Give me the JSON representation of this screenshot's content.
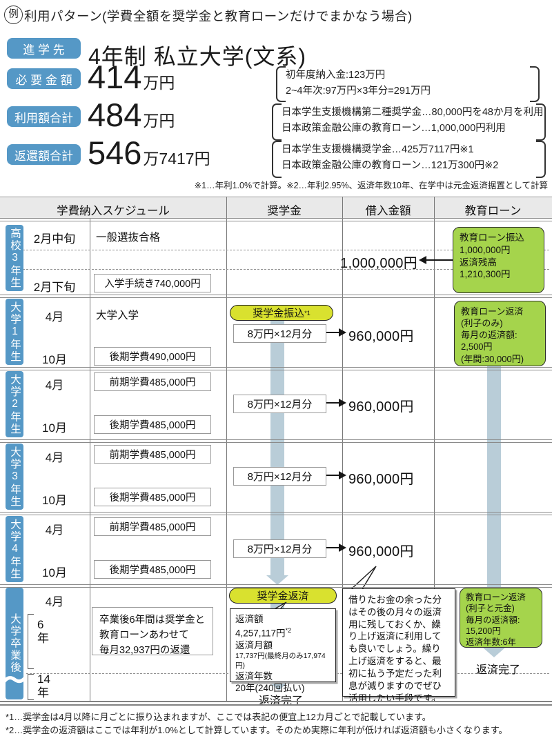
{
  "colors": {
    "accent_blue": "#5598c6",
    "loan_green": "#a5d44c",
    "scholar_yellow": "#d9e12f",
    "flow_band_blue": "#b9cdd8",
    "header_gray": "#e9e9e9"
  },
  "title": {
    "badge": "例",
    "text": "利用パターン(学費全額を奨学金と教育ローンだけでまかなう場合)"
  },
  "summary": {
    "destination": {
      "label": "進 学 先",
      "value": "4年制 私立大学(文系)"
    },
    "required": {
      "label": "必 要 金 額",
      "amount": "414",
      "unit": "万円",
      "note1": "初年度納入金:123万円",
      "note2": "2~4年次:97万円×3年分=291万円"
    },
    "usage": {
      "label": "利用額合計",
      "amount": "484",
      "unit": "万円",
      "note1": "日本学生支援機構第二種奨学金…80,000円を48か月を利用",
      "note2": "日本政策金融公庫の教育ローン…1,000,000円利用"
    },
    "repayment": {
      "label": "返還額合計",
      "amount": "546",
      "unit": "万7417円",
      "note1": "日本学生支援機構奨学金…425万7117円※1",
      "note2": "日本政策金融公庫の教育ローン…121万300円※2"
    },
    "calc_note": "※1…年利1.0%で計算。※2…年利2.95%、返済年数10年、在学中は元金返済据置として計算"
  },
  "table": {
    "headers": [
      "学費納入スケジュール",
      "奨学金",
      "借入金額",
      "教育ローン"
    ],
    "hs3": {
      "label": "高校3年生",
      "period1": "2月中旬",
      "event1": "一般選抜合格",
      "borrow": "1,000,000円",
      "period2": "2月下旬",
      "event2": "入学手続き740,000円",
      "loan_box": {
        "l1": "教育ローン振込",
        "l2": "1,000,000円",
        "l3": "返済残高",
        "l4": "1,210,300円"
      }
    },
    "u1": {
      "label": "大学1年生",
      "period1": "4月",
      "event1": "大学入学",
      "badge": "奨学金振込",
      "badge_sup": "*1",
      "monthly": "8万円×12月分",
      "amount": "960,000円",
      "period2": "10月",
      "event2": "後期学費490,000円",
      "loan_box": {
        "l1": "教育ローン返済",
        "l2": "(利子のみ)",
        "l3": "毎月の返済額:",
        "l4": "2,500円",
        "l5": "(年間:30,000円)"
      }
    },
    "u2": {
      "label": "大学2年生",
      "period1": "4月",
      "event1": "前期学費485,000円",
      "monthly": "8万円×12月分",
      "amount": "960,000円",
      "period2": "10月",
      "event2": "後期学費485,000円"
    },
    "u3": {
      "label": "大学3年生",
      "period1": "4月",
      "event1": "前期学費485,000円",
      "monthly": "8万円×12月分",
      "amount": "960,000円",
      "period2": "10月",
      "event2": "後期学費485,000円"
    },
    "u4": {
      "label": "大学4年生",
      "period1": "4月",
      "event1": "前期学費485,000円",
      "monthly": "8万円×12月分",
      "amount": "960,000円",
      "period2": "10月",
      "event2": "後期学費485,000円"
    },
    "grad": {
      "label": "大学卒業後",
      "period1": "4月",
      "year6a": "6",
      "year6b": "年",
      "year14a": "14",
      "year14b": "年",
      "note1": "卒業後6年間は奨学金と",
      "note2": "教育ローンあわせて",
      "note3": "毎月32,937円の返還",
      "badge": "奨学金返済",
      "repay": {
        "t1": "返済額",
        "t2": "4,257,117円",
        "t2sup": "*2",
        "t3": "返済月額",
        "t4": "17,737円(最終月のみ17,974円)",
        "t5": "返済年数",
        "t6": "20年(240回払い)"
      },
      "bubble": "借りたお金の余った分はその後の月々の返済用に残しておくか、繰り上げ返済に利用しても良いでしょう。繰り上げ返済をすると、最初に払う予定だった利息が減りますのでぜひ活用したい手段です。",
      "loan_box": {
        "l1": "教育ローン返済",
        "l2": "(利子と元金)",
        "l3": "毎月の返済額:",
        "l4": "15,200円",
        "l5": "返済年数:6年"
      },
      "done_scholar": "返済完了",
      "done_loan": "返済完了"
    }
  },
  "footnotes": {
    "f1": "*1…奨学金は4月以降に月ごとに振り込まれますが、ここでは表記の便宜上12カ月ごとで記載しています。",
    "f2": "*2…奨学金の返済額はここでは年利が1.0%として計算しています。そのため実際に年利が低ければ返済額も小さくなります。"
  }
}
